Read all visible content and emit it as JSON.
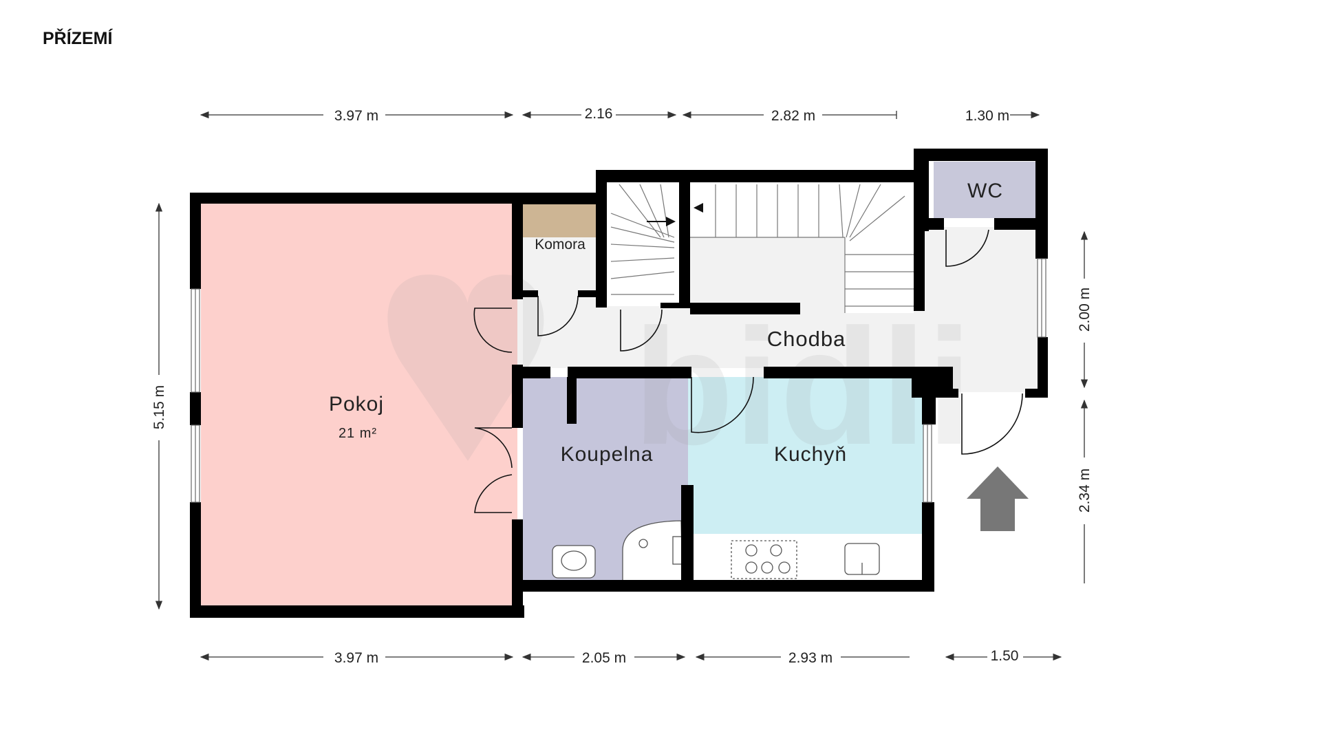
{
  "header": {
    "floor_title": "PŘÍZEMÍ"
  },
  "watermark": {
    "text": "bidli"
  },
  "rooms": {
    "pokoj": {
      "name": "Pokoj",
      "area": "21 m²",
      "color": "#fdd0cc"
    },
    "komora": {
      "name": "Komora",
      "color": "#cdb594"
    },
    "koupelna": {
      "name": "Koupelna",
      "color": "#c5c5db"
    },
    "kuchyn": {
      "name": "Kuchyň",
      "color": "#cdeef3"
    },
    "chodba": {
      "name": "Chodba",
      "color": "#f2f2f2"
    },
    "wc": {
      "name": "WC",
      "color": "#c8c8da"
    }
  },
  "dimensions": {
    "top": [
      "3.97 m",
      "2.16",
      "2.82 m",
      "1.30 m"
    ],
    "bottom": [
      "3.97 m",
      "2.05 m",
      "2.93 m",
      "1.50"
    ],
    "left": "5.15 m",
    "right_upper": "2.00 m",
    "right_lower": "2.34 m"
  },
  "colors": {
    "wall": "#000000",
    "entrance_arrow": "#777777",
    "dimension_line": "#333333"
  },
  "icons": {
    "entrance": "entrance-arrow-icon"
  }
}
